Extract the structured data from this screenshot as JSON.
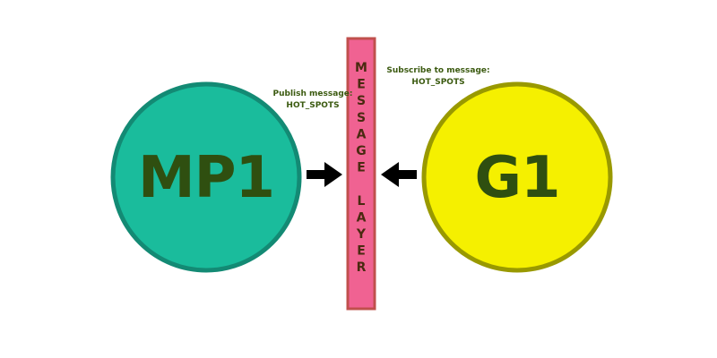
{
  "publisher": {
    "label": "MP1",
    "fill": "#1abc9c",
    "stroke": "#138a74",
    "text_color": "#2f4f10"
  },
  "subscriber": {
    "label": "G1",
    "fill": "#f5f000",
    "stroke": "#999900",
    "text_color": "#2f4f10"
  },
  "message_layer": {
    "text": "MESSAGE LAYER",
    "fill": "#f06292",
    "stroke": "#c0504d",
    "text_color": "#4a2a10"
  },
  "publish_note": {
    "line1": "Publish message:",
    "line2": "HOT_SPOTS"
  },
  "subscribe_note": {
    "line1": "Subscribe to message:",
    "line2": "HOT_SPOTS"
  },
  "note_color": "#3b5a10",
  "arrow_color": "#000000",
  "icons": {
    "publish_arrow": "arrow-right-icon",
    "subscribe_arrow": "arrow-left-icon"
  }
}
